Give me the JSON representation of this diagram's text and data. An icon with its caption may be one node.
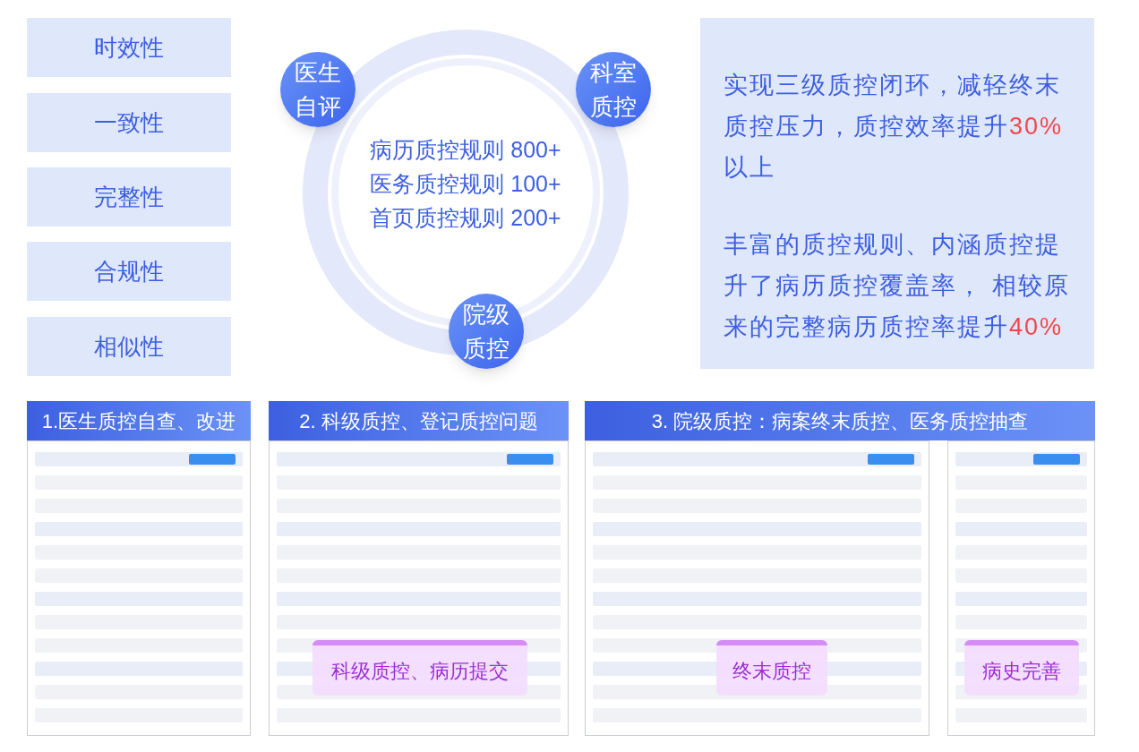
{
  "diagram": {
    "nodes": [
      {
        "text": [
          "时效性"
        ]
      },
      {
        "text": [
          "一致性"
        ]
      },
      {
        "text": [
          "完整性"
        ]
      },
      {
        "text": [
          "合规性"
        ]
      },
      {
        "text": [
          "相似性"
        ]
      },
      {
        "text": [
          "病历质控规则 800+",
          "医务质控规则 100+",
          "首页质控规则 200+"
        ]
      },
      {
        "text": [
          "医生自评"
        ]
      },
      {
        "text": [
          "科室质控"
        ]
      },
      {
        "text": [
          "院级质控"
        ]
      },
      {
        "text": [
          "实现三级质控闭环，减轻终末质控压力，质控效率提升**30%**以上",
          "丰富的质控规则、内涵质控提升了病历质控覆盖率， 相较原来的完整病历质控率提升**40%**"
        ]
      },
      {
        "text": [
          "1.医生质控自查、改进"
        ]
      },
      {
        "text": [],
        "shape": "picture"
      },
      {
        "text": [
          "2. 科级质控、登记质控问题"
        ]
      },
      {
        "text": [],
        "shape": "picture"
      },
      {
        "text": [
          "科级质控、病历提交"
        ],
        "in": 13
      },
      {
        "text": [
          "3. 院级质控：病案终末质控、医务质控抽查"
        ]
      },
      {
        "text": [],
        "shape": "picture"
      },
      {
        "text": [
          "终末质控"
        ],
        "in": 16
      },
      {
        "text": [],
        "shape": "picture"
      },
      {
        "text": [
          "病史完善"
        ],
        "in": 18
      }
    ]
  }
}
